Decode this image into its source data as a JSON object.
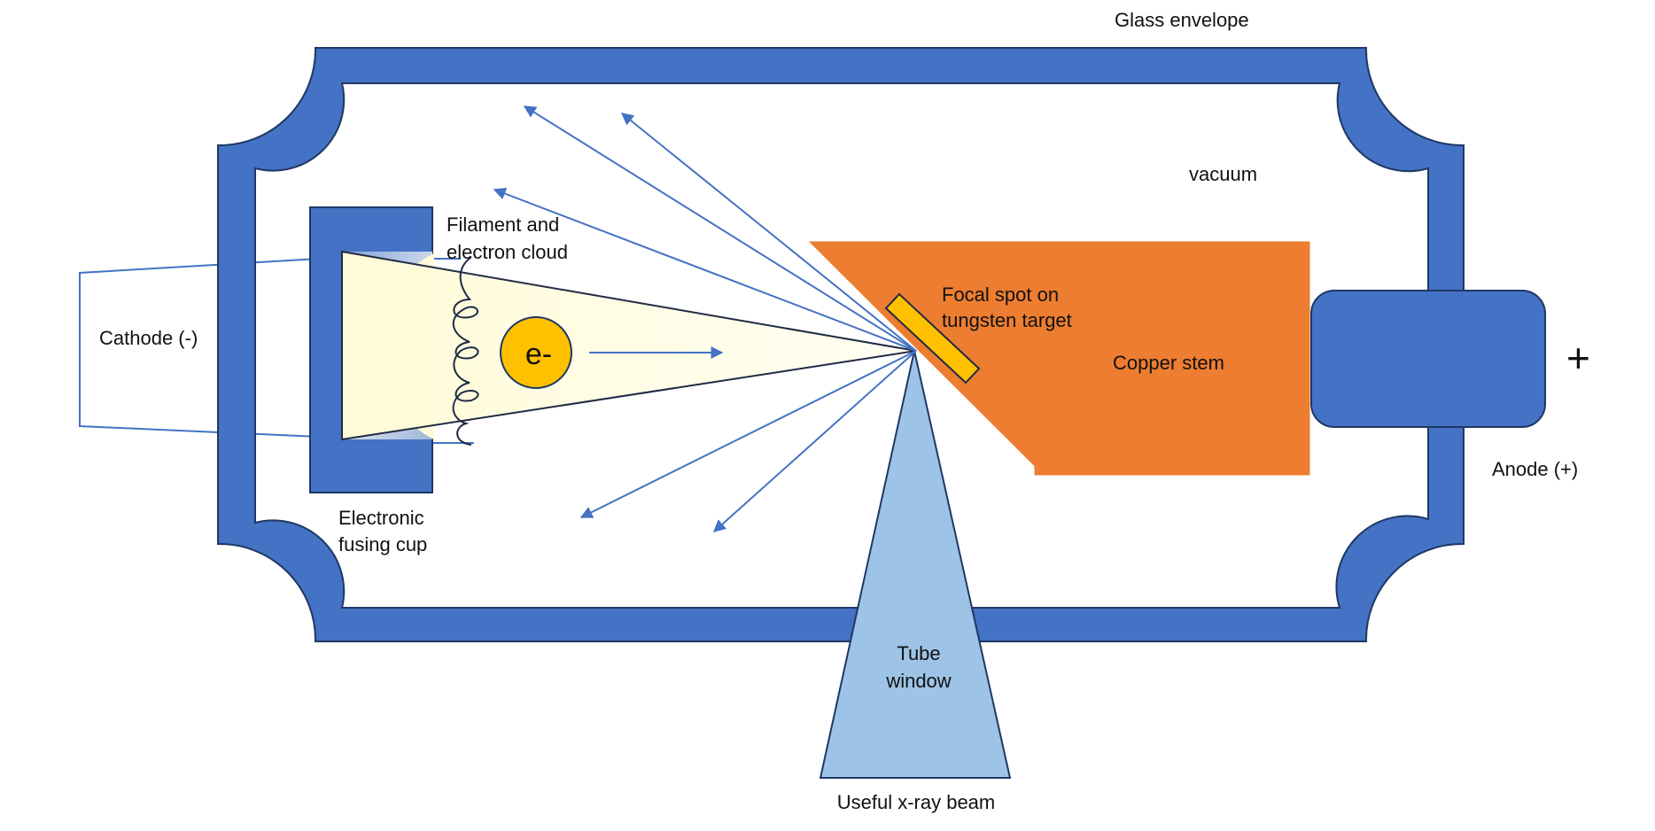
{
  "labels": {
    "glass_envelope": "Glass envelope",
    "vacuum": "vacuum",
    "filament_line1": "Filament and",
    "filament_line2": "electron cloud",
    "cathode": "Cathode (-)",
    "electron": "e-",
    "focal_line1": "Focal spot on",
    "focal_line2": "tungsten target",
    "copper_stem": "Copper stem",
    "plus": "+",
    "anode": "Anode (+)",
    "cup_line1": "Electronic",
    "cup_line2": "fusing cup",
    "window_line1": "Tube",
    "window_line2": "window",
    "useful_beam": "Useful x-ray beam"
  },
  "colors": {
    "envelope_blue": "#4472C4",
    "envelope_stroke": "#1F3864",
    "copper_orange": "#ED7D31",
    "target_yellow": "#FFC000",
    "beam_light_blue": "#9DC3E6",
    "ray_blue": "#4472C4",
    "electron_cloud": "#FFFDE0"
  }
}
